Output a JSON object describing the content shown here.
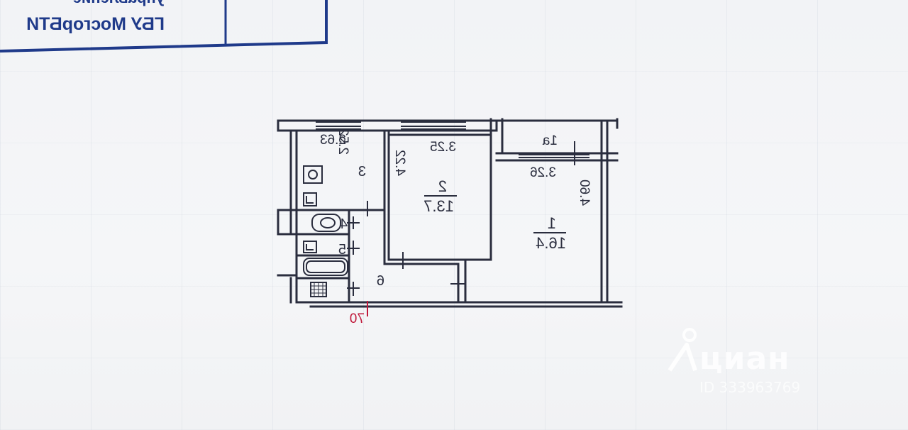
{
  "stamp": {
    "org": "ГБУ МосгорБТИ",
    "partial_text": "управление"
  },
  "rooms": [
    {
      "id": "1",
      "area": "16.4",
      "height": "4.60"
    },
    {
      "id": "1a"
    },
    {
      "id": "2",
      "area": "13.7",
      "height": "4.22"
    },
    {
      "id": "3",
      "height": "2.52"
    },
    {
      "id": "4"
    },
    {
      "id": "5"
    },
    {
      "id": "6"
    }
  ],
  "dimensions": {
    "d_2_63": "2.63",
    "d_3_25": "3.25",
    "d_3_26": "3.26"
  },
  "annotations": {
    "red_label": "70"
  },
  "watermark": {
    "brand": "циан",
    "id_text": "ID 333963769"
  },
  "colors": {
    "wall": "#2a2d3e",
    "stamp_blue": "#1f3a8a",
    "red_annotation": "#c0183a",
    "paper": "#f4f5f7"
  },
  "icons": [
    "sink-icon",
    "toilet-icon",
    "bathtub-icon",
    "stove-icon",
    "water-heater-icon",
    "cian-logo-icon"
  ]
}
